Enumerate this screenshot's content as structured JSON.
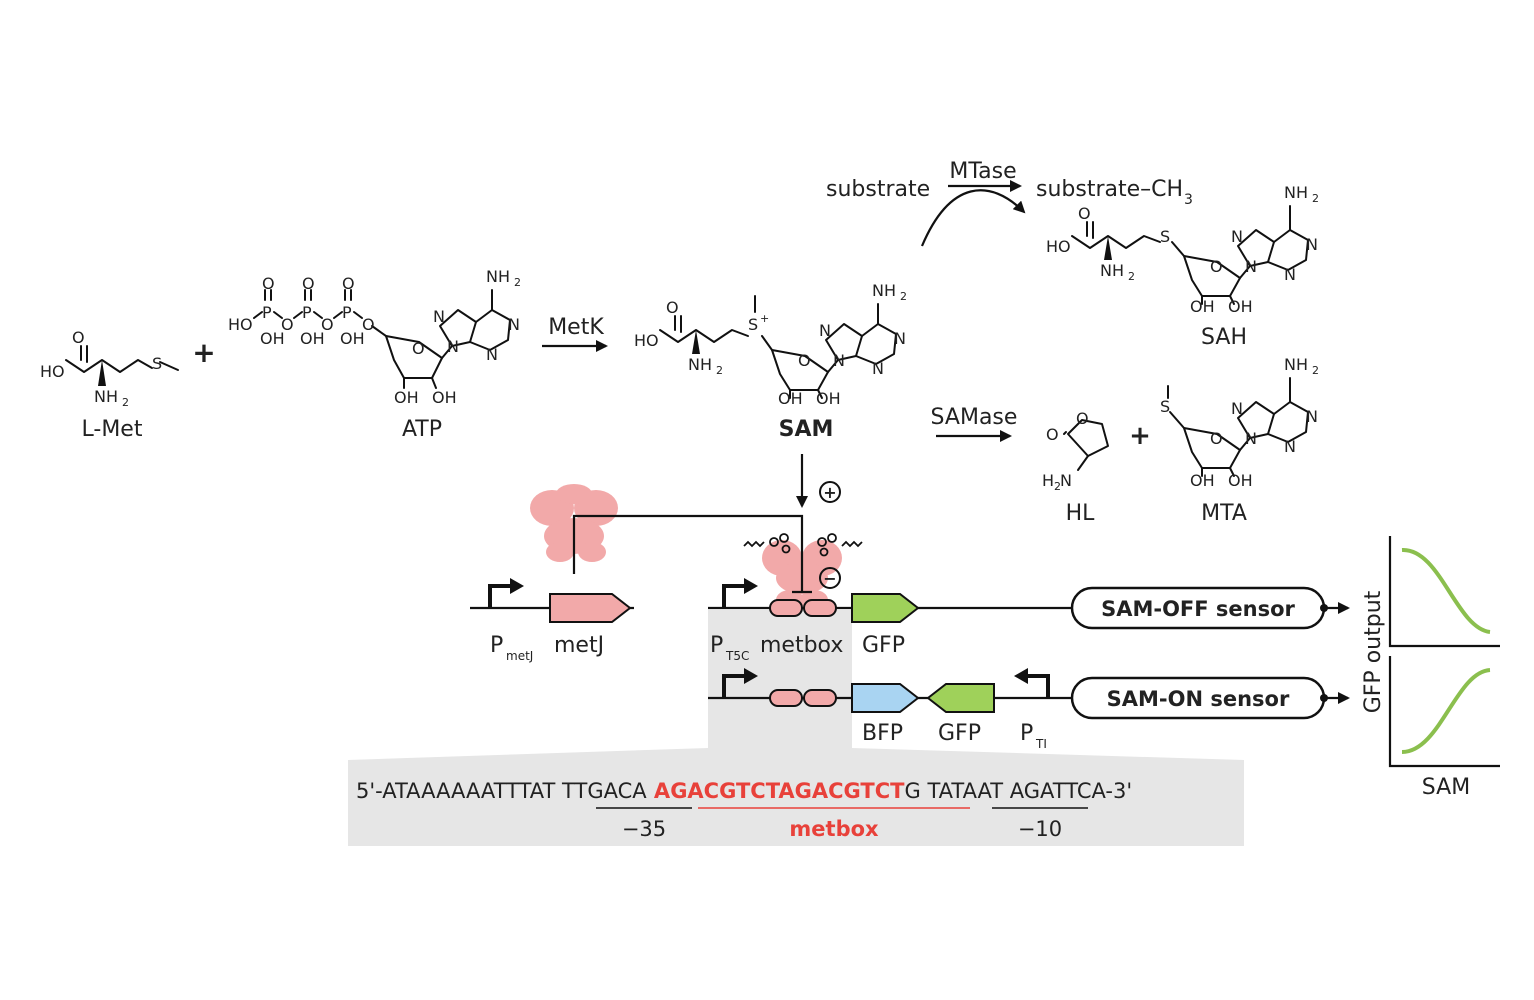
{
  "reaction": {
    "met_label": "L-Met",
    "atp_label": "ATP",
    "plus": "+",
    "metk_label": "MetK",
    "sam_label": "SAM",
    "mtase_label": "MTase",
    "substrate_label": "substrate",
    "product_label": "substrate–CH",
    "product_sub": "3",
    "sah_label": "SAH",
    "samase_label": "SAMase",
    "hl_label": "HL",
    "mta_label": "MTA",
    "plus_circle": "+",
    "minus_circle": "−"
  },
  "atoms": {
    "HO": "HO",
    "O": "O",
    "NH2": "NH",
    "sub2": "2",
    "S": "S",
    "Splus": "S",
    "plus": "+",
    "OH": "OH",
    "P": "P",
    "N": "N",
    "H2N": "H",
    "H2Nn": "N"
  },
  "circuit": {
    "pmetj_main": "P",
    "pmetj_sub": "metJ",
    "metj_label": "metJ",
    "pt5c_main": "P",
    "pt5c_sub": "T5C",
    "metbox_label": "metbox",
    "gfp_label": "GFP",
    "bfp_label": "BFP",
    "gfp2_label": "GFP",
    "pti_main": "P",
    "pti_sub": "TI",
    "off_sensor": "SAM-OFF sensor",
    "on_sensor": "SAM-ON sensor"
  },
  "sequence": {
    "prefix": "5'-ATAAAAAATTTAT ",
    "box35": "TTGACA",
    "metbox_seq": " AGACGTCTAGACGTCT",
    "mid": "G ",
    "box10": "TATAAT",
    "suffix": " AGATTCA-3'",
    "label_35": "−35",
    "label_metbox": "metbox",
    "label_10": "−10"
  },
  "colors": {
    "metbox_red": "#e8413a",
    "repressor_pink": "#f2a9a9",
    "gfp_green": "#9fd15a",
    "bfp_blue": "#a9d4f2",
    "curve_green": "#8bbf4e",
    "seq_box_gray": "#e6e6e6"
  },
  "plots": {
    "ylabel": "GFP output",
    "xlabel": "SAM",
    "top_trend": "decreasing",
    "bottom_trend": "increasing"
  }
}
